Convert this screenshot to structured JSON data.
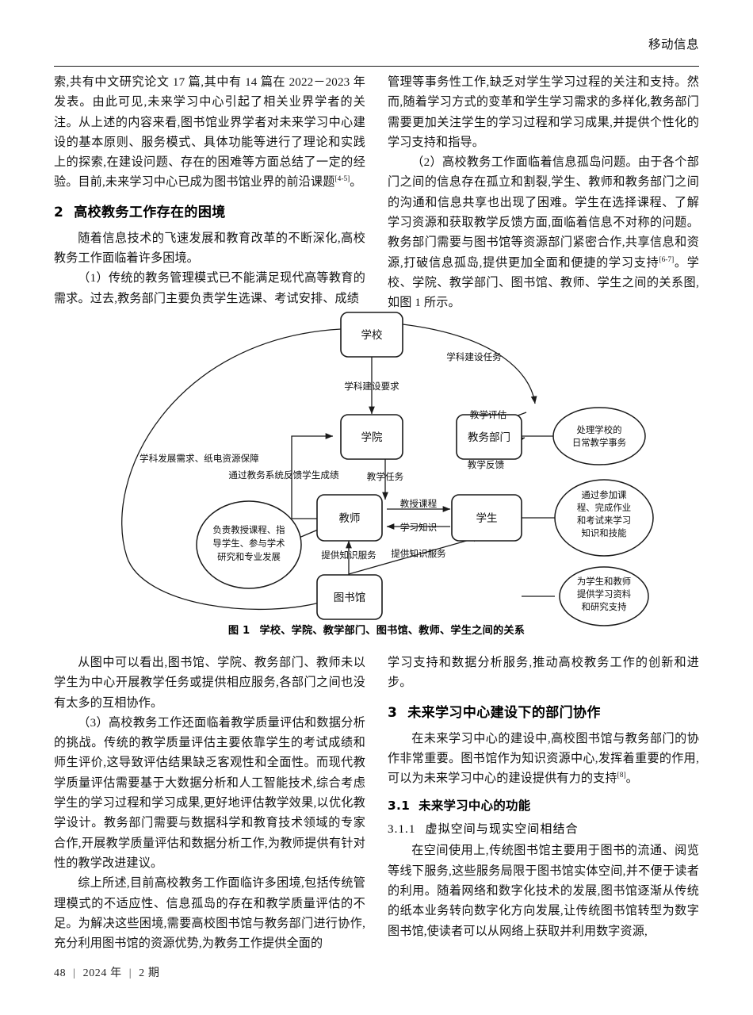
{
  "header": {
    "journal": "移动信息"
  },
  "left_column_upper": {
    "para_1": "索,共有中文研究论文 17 篇,其中有 14 篇在 2022－2023 年发表。由此可见,未来学习中心引起了相关业界学者的关注。从上述的内容来看,图书馆业界学者对未来学习中心建设的基本原则、服务模式、具体功能等进行了理论和实践上的探索,在建设问题、存在的困难等方面总结了一定的经验。目前,未来学习中心已成为图书馆业界的前沿课题",
    "para_1_ref": "[4-5]",
    "para_1_tail": "。",
    "heading_2_num": "2",
    "heading_2_text": "高校教务工作存在的困境",
    "para_2": "随着信息技术的飞速发展和教育改革的不断深化,高校教务工作面临着许多困境。",
    "para_3": "（1）传统的教务管理模式已不能满足现代高等教育的需求。过去,教务部门主要负责学生选课、考试安排、成绩"
  },
  "right_column_upper": {
    "para_1": "管理等事务性工作,缺乏对学生学习过程的关注和支持。然而,随着学习方式的变革和学生学习需求的多样化,教务部门需要更加关注学生的学习过程和学习成果,并提供个性化的学习支持和指导。",
    "para_2_head": "（2）高校教务工作面临着信息孤岛问题。由于各个部门之间的信息存在孤立和割裂,学生、教师和教务部门之间的沟通和信息共享也出现了困难。学生在选择课程、了解学习资源和获取教学反馈方面,面临着信息不对称的问题。教务部门需要与图书馆等资源部门紧密合作,共享信息和资源,打破信息孤岛,提供更加全面和便捷的学习支持",
    "para_2_ref": "[6-7]",
    "para_2_tail": "。学校、学院、教学部门、图书馆、教师、学生之间的关系图,如图 1 所示。"
  },
  "figure": {
    "caption_num": "图 1",
    "caption_text": "学校、学院、教学部门、图书馆、教师、学生之间的关系",
    "nodes": {
      "school": "学校",
      "college": "学院",
      "academic_affairs": "教务部门",
      "teacher": "教师",
      "student": "学生",
      "library": "图书馆"
    },
    "annotations": {
      "affairs_note_line1": "处理学校的",
      "affairs_note_line2": "日常教学事务",
      "student_note_line1": "通过参加课",
      "student_note_line2": "程、完成作业",
      "student_note_line3": "和考试来学习",
      "student_note_line4": "知识和技能",
      "teacher_note_line1": "负责教授课程、指",
      "teacher_note_line2": "导学生、参与学术",
      "teacher_note_line3": "研究和专业发展",
      "library_note_line1": "为学生和教师",
      "library_note_line2": "提供学习资料",
      "library_note_line3": "和研究支持"
    },
    "edges": {
      "school_to_college": "学科建设要求",
      "school_to_affairs": "学科建设任务",
      "college_affairs_eval": "教学评估",
      "affairs_college_feedback": "教学反馈",
      "college_to_teacher": "教学任务",
      "teacher_to_college": "通过教务系统反馈学生成绩",
      "teacher_to_student": "教授课程",
      "student_to_teacher": "学习知识",
      "library_to_teacher": "提供知识服务",
      "library_to_student": "提供知识服务",
      "school_outer_loop": "学科发展需求、纸电资源保障"
    }
  },
  "left_column_lower": {
    "para_1": "从图中可以看出,图书馆、学院、教务部门、教师未以学生为中心开展教学任务或提供相应服务,各部门之间也没有太多的互相协作。",
    "para_2": "（3）高校教务工作还面临着教学质量评估和数据分析的挑战。传统的教学质量评估主要依靠学生的考试成绩和师生评价,这导致评估结果缺乏客观性和全面性。而现代教学质量评估需要基于大数据分析和人工智能技术,综合考虑学生的学习过程和学习成果,更好地评估教学效果,以优化教学设计。教务部门需要与数据科学和教育技术领域的专家合作,开展教学质量评估和数据分析工作,为教师提供有针对性的教学改进建议。",
    "para_3": "综上所述,目前高校教务工作面临许多困境,包括传统管理模式的不适应性、信息孤岛的存在和教学质量评估的不足。为解决这些困境,需要高校图书馆与教务部门进行协作,充分利用图书馆的资源优势,为教务工作提供全面的"
  },
  "right_column_lower": {
    "para_1": "学习支持和数据分析服务,推动高校教务工作的创新和进步。",
    "heading_3_num": "3",
    "heading_3_text": "未来学习中心建设下的部门协作",
    "para_2_head": "在未来学习中心的建设中,高校图书馆与教务部门的协作非常重要。图书馆作为知识资源中心,发挥着重要的作用,可以为未来学习中心的建设提供有力的支持",
    "para_2_ref": "[8]",
    "para_2_tail": "。",
    "heading_31_num": "3.1",
    "heading_31_text": "未来学习中心的功能",
    "heading_311_num": "3.1.1",
    "heading_311_text": "虚拟空间与现实空间相结合",
    "para_3": "在空间使用上,传统图书馆主要用于图书的流通、阅览等线下服务,这些服务局限于图书馆实体空间,并不便于读者的利用。随着网络和数字化技术的发展,图书馆逐渐从传统的纸本业务转向数字化方向发展,让传统图书馆转型为数字图书馆,使读者可以从网络上获取并利用数字资源,"
  },
  "footer": {
    "page_number": "48",
    "year": "2024 年",
    "issue": "2 期",
    "separator": "|"
  }
}
